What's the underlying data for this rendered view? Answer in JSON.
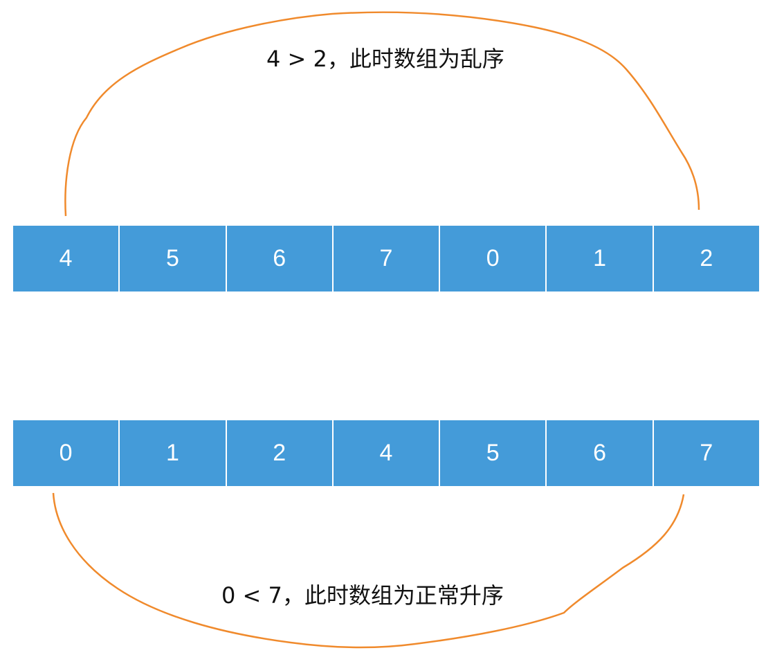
{
  "top_array": [
    "4",
    "5",
    "6",
    "7",
    "0",
    "1",
    "2"
  ],
  "bottom_array": [
    "0",
    "1",
    "2",
    "4",
    "5",
    "6",
    "7"
  ],
  "top_caption": "4 > 2，此时数组为乱序",
  "bottom_caption": "0 < 7，此时数组为正常升序",
  "colors": {
    "cell": "#449bd9",
    "curve": "#f08a2c",
    "cell_text": "#ffffff"
  }
}
